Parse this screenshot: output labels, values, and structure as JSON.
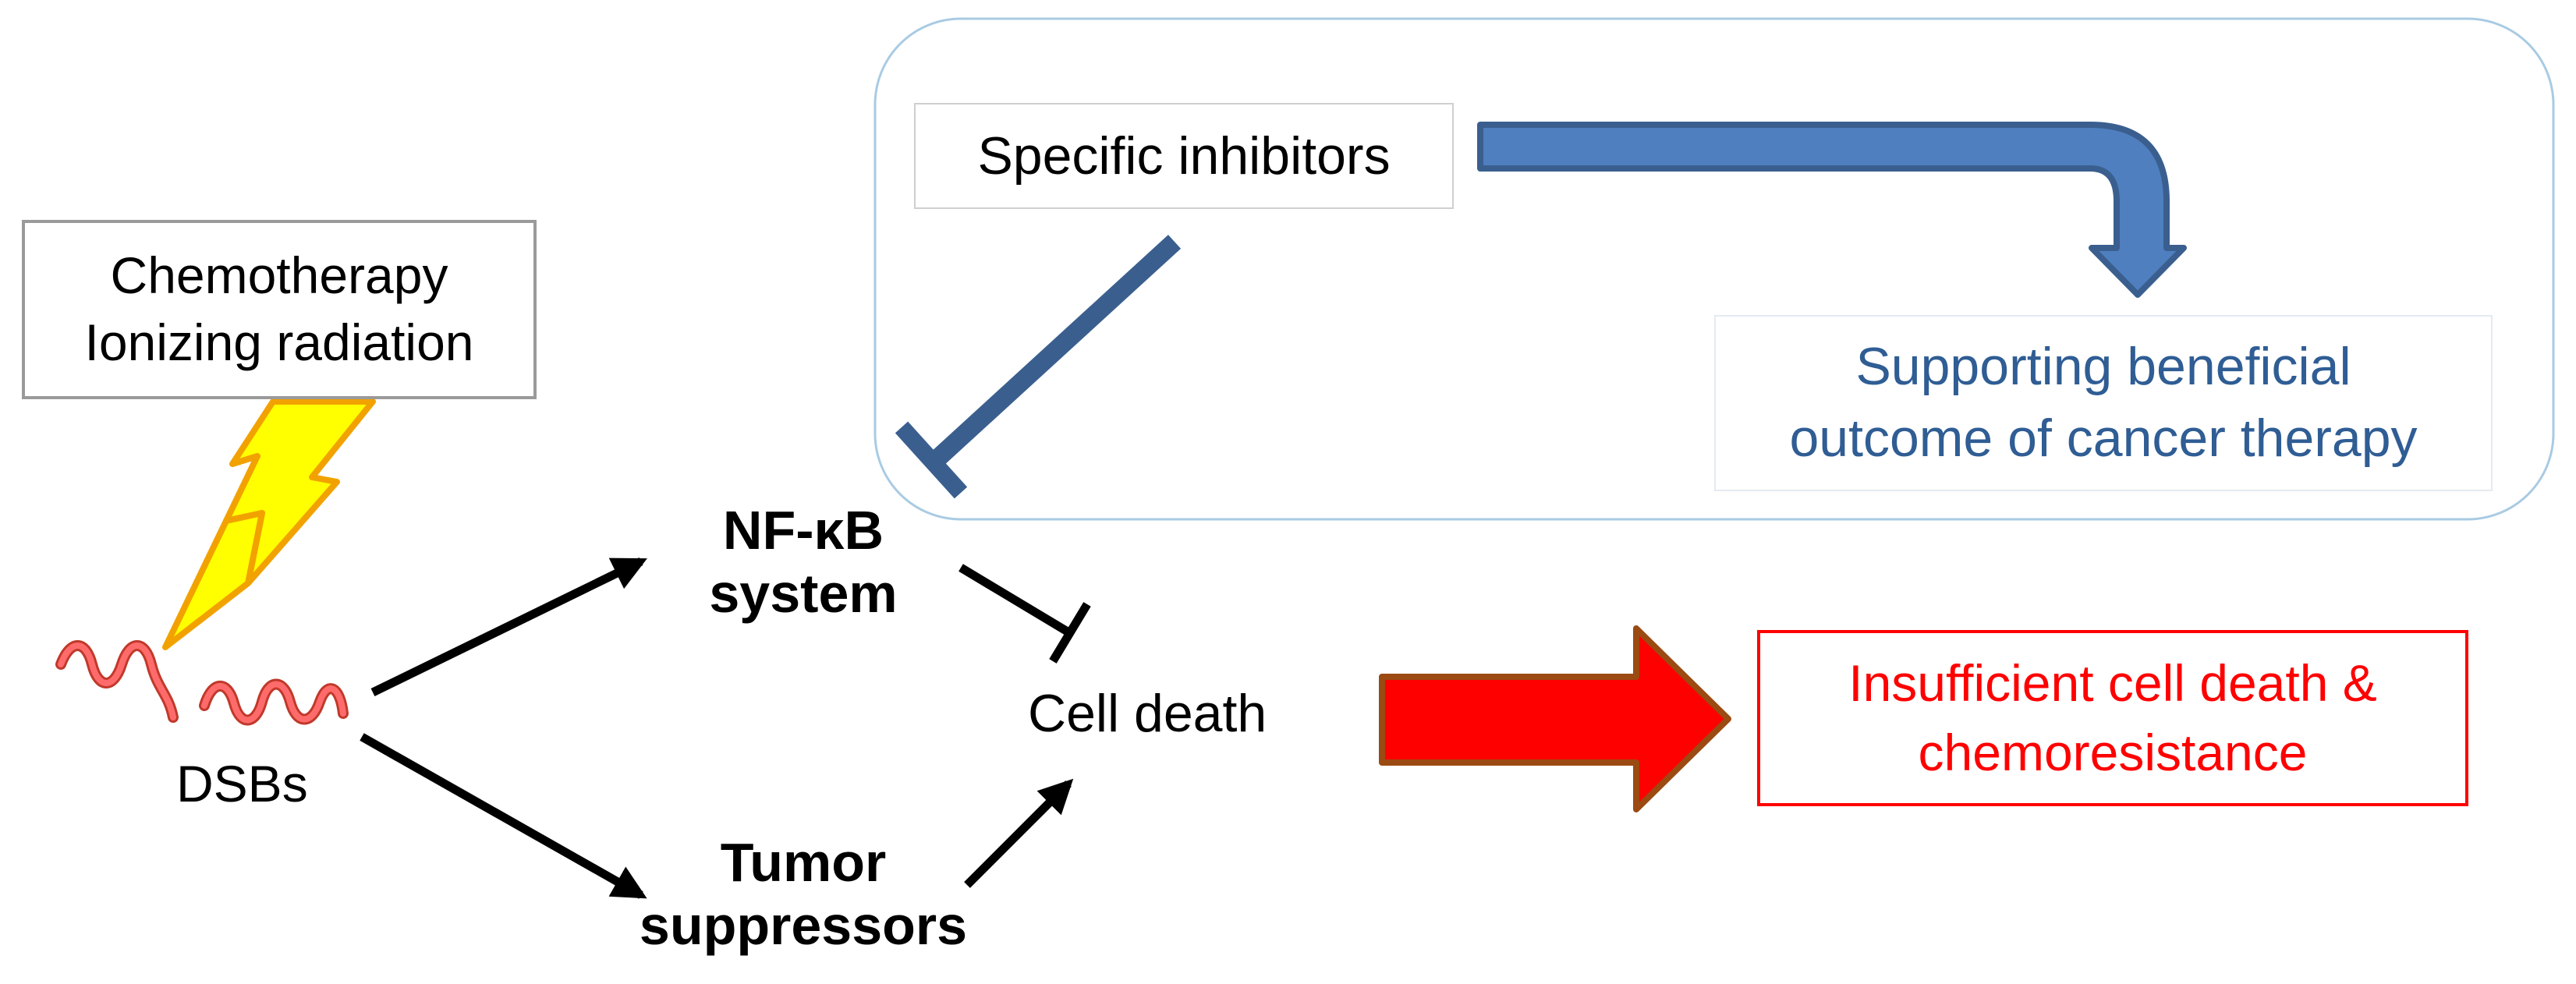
{
  "stimulus_box": {
    "line1": "Chemotherapy",
    "line2": "Ionizing radiation"
  },
  "dsbs_label": "DSBs",
  "nfkb_label": {
    "line1": "NF-κB",
    "line2": "system"
  },
  "tumor_label": {
    "line1": "Tumor",
    "line2": "suppressors"
  },
  "cell_death_label": "Cell death",
  "inhibitors_box": {
    "label": "Specific inhibitors"
  },
  "support_box": {
    "line1": "Supporting beneficial",
    "line2": "outcome of cancer therapy"
  },
  "insufficient_box": {
    "line1": "Insufficient cell death &",
    "line2": "chemoresistance"
  },
  "colors": {
    "inhibitor_blue": "#4f7fbf",
    "inhibitor_blue_dark": "#3a5f8f",
    "red_arrow_fill": "#ff0000",
    "red_arrow_border": "#9b4a12",
    "lightning": "#ffff00",
    "dna_strand": "#ff6b6b",
    "panel_border": "#a9cbe3",
    "support_text": "#2f5d94",
    "insufficient_text": "#ff0000"
  }
}
